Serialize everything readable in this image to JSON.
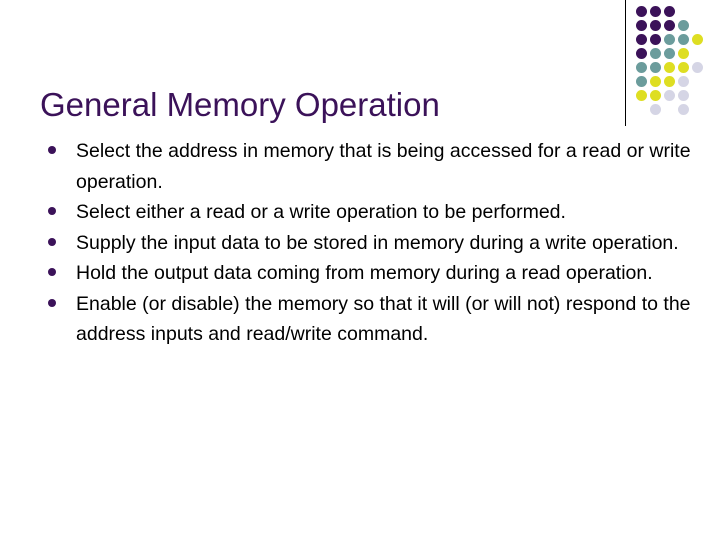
{
  "slide": {
    "title": "General Memory Operation",
    "title_color": "#3B1259",
    "body_color": "#000000",
    "background_color": "#FFFFFF",
    "bullets": [
      "Select the address in memory that is being accessed for a read or write operation.",
      "Select either a read or a write operation to be performed.",
      "Supply the input data to be stored in memory during a write operation.",
      "Hold the output data coming from memory during a read operation.",
      "Enable (or disable) the memory so that it will (or will not) respond to the address inputs and read/write command."
    ]
  },
  "decoration": {
    "rule_color": "#000000",
    "palette": {
      "purple": "#3B1259",
      "teal": "#6B9C9C",
      "yellow": "#DEDE22",
      "lavender": "#D5D5E5"
    },
    "dot_rows": [
      [
        "purple",
        "purple",
        "purple"
      ],
      [
        "purple",
        "purple",
        "purple",
        "teal"
      ],
      [
        "purple",
        "purple",
        "teal",
        "teal",
        "yellow"
      ],
      [
        "purple",
        "teal",
        "teal",
        "yellow"
      ],
      [
        "teal",
        "teal",
        "yellow",
        "yellow",
        "lavender"
      ],
      [
        "teal",
        "yellow",
        "yellow",
        "lavender"
      ],
      [
        "yellow",
        "yellow",
        "lavender",
        "lavender"
      ],
      [
        "",
        "lavender",
        "",
        "lavender"
      ]
    ]
  }
}
